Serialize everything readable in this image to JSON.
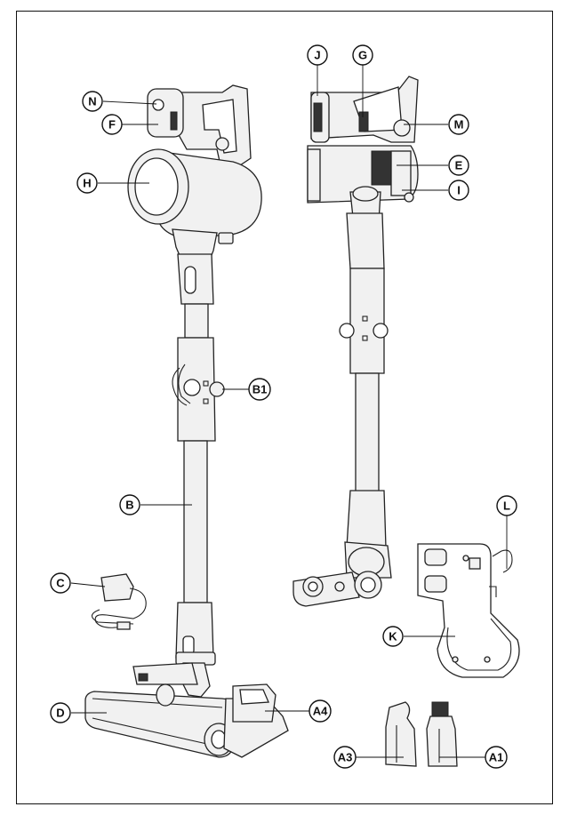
{
  "callouts": [
    {
      "id": "N"
    },
    {
      "id": "F"
    },
    {
      "id": "H"
    },
    {
      "id": "B1"
    },
    {
      "id": "B"
    },
    {
      "id": "C"
    },
    {
      "id": "D"
    },
    {
      "id": "A4"
    },
    {
      "id": "J"
    },
    {
      "id": "G"
    },
    {
      "id": "M"
    },
    {
      "id": "E"
    },
    {
      "id": "I"
    },
    {
      "id": "L"
    },
    {
      "id": "K"
    },
    {
      "id": "A3"
    },
    {
      "id": "A1"
    }
  ]
}
